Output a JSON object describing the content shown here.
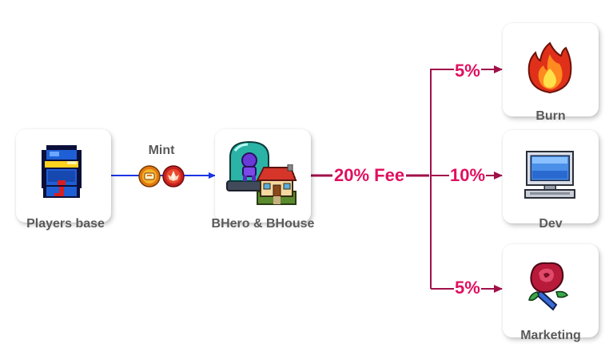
{
  "nodes": {
    "players": {
      "label": "Players base"
    },
    "bhero": {
      "label": "BHero & BHouse"
    },
    "burn": {
      "label": "Burn"
    },
    "dev": {
      "label": "Dev"
    },
    "marketing": {
      "label": "Marketing"
    }
  },
  "edges": {
    "mint": {
      "label": "Mint"
    },
    "fee": {
      "label": "20% Fee"
    },
    "burn": {
      "label": "5%"
    },
    "dev": {
      "label": "10%"
    },
    "marketing": {
      "label": "5%"
    }
  },
  "icons": {
    "players": "pixel-robot-icon",
    "coins": [
      "coin-token-icon",
      "lotus-token-icon"
    ],
    "bhero": "hero-capsule-icon",
    "bhouse": "house-icon",
    "burn": "fire-icon",
    "dev": "computer-icon",
    "marketing": "rose-icon"
  },
  "colors": {
    "mint_arrow": "#1a35e6",
    "fee_line": "#a0104a",
    "fee_text": "#e0105f",
    "label_text": "#5a5a5a"
  }
}
